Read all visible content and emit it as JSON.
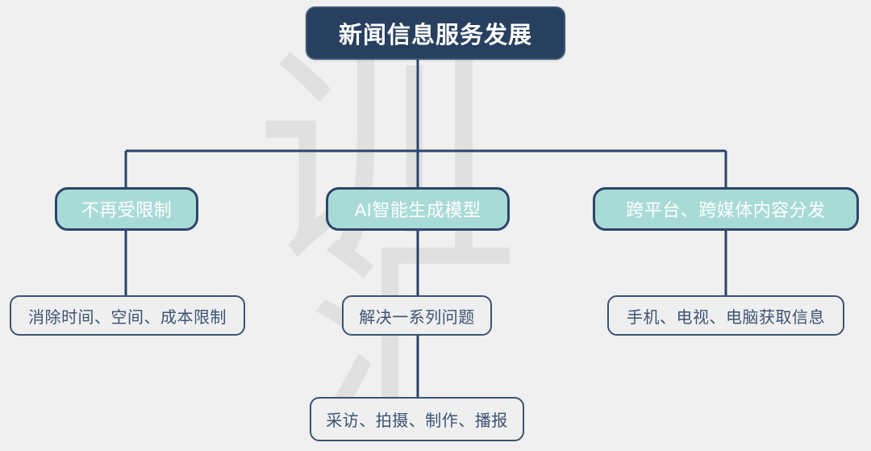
{
  "diagram": {
    "type": "org-tree",
    "background_color": "#f0f0f0",
    "accent_navy": "#27405f",
    "accent_teal": "#a9dbd6",
    "root": {
      "label": "新闻信息服务发展"
    },
    "branches": [
      {
        "label": "不再受限制",
        "children": [
          {
            "label": "消除时间、空间、成本限制"
          }
        ]
      },
      {
        "label": "AI智能生成模型",
        "children": [
          {
            "label": "解决一系列问题"
          },
          {
            "label": "采访、拍摄、制作、播报"
          }
        ]
      },
      {
        "label": "跨平台、跨媒体内容分发",
        "children": [
          {
            "label": "手机、电视、电脑获取信息"
          }
        ]
      }
    ],
    "watermark": {
      "char_top": "训",
      "char_bottom": "汇"
    }
  }
}
